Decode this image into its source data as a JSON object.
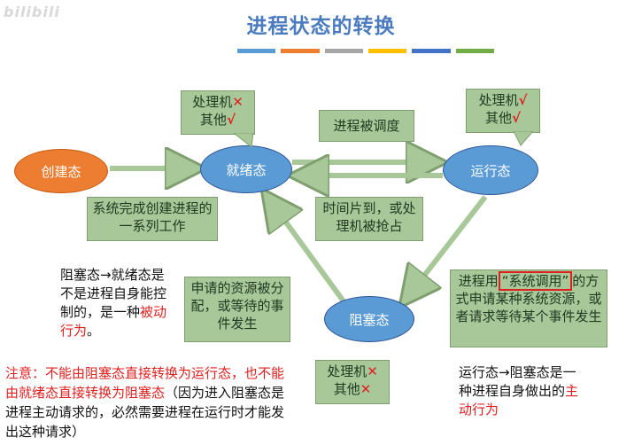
{
  "title": "进程状态的转换",
  "watermark": "bilibili",
  "accent_colors": [
    "#5b9bd5",
    "#ed7d31",
    "#a5a5a5",
    "#ffc000",
    "#4472c4",
    "#70ad47"
  ],
  "states": {
    "create": "创建态",
    "ready": "就绪态",
    "running": "运行态",
    "blocked": "阻塞态"
  },
  "callouts": {
    "ready_resources": {
      "line1": "处理机",
      "mark1": "✕",
      "line2": "其他",
      "mark2": "√"
    },
    "running_resources": {
      "line1": "处理机",
      "mark1": "√",
      "line2": "其他",
      "mark2": "√"
    },
    "blocked_resources": {
      "line1": "处理机",
      "mark1": "✕",
      "line2": "其他",
      "mark2": "✕"
    },
    "scheduled": "进程被调度",
    "create_done": "系统完成创建进程的一系列工作",
    "preempted": "时间片到，或处理机被抢占",
    "resource_allocated": "申请的资源被分配，或等待的事件发生",
    "syscall_prefix": "进程用",
    "syscall_term": "“系统调用”",
    "syscall_suffix": "的方式申请某种系统资源，或者请求等待某个事件发生"
  },
  "notes": {
    "blocked_to_ready_prefix": "阻塞态→就绪态是不是进程自身能控制的，是一种",
    "blocked_to_ready_em": "被动行为",
    "blocked_to_ready_end": "。",
    "running_to_blocked_prefix": "运行态→阻塞态是一种进程自身做出的",
    "running_to_blocked_em": "主动行为",
    "warning_red": "注意：不能由阻塞态直接转换为运行态，也不能由就绪态直接转换为阻塞态",
    "warning_black": "（因为进入阻塞态是进程主动请求的，必然需要进程在运行时才能发出这种请求）"
  }
}
